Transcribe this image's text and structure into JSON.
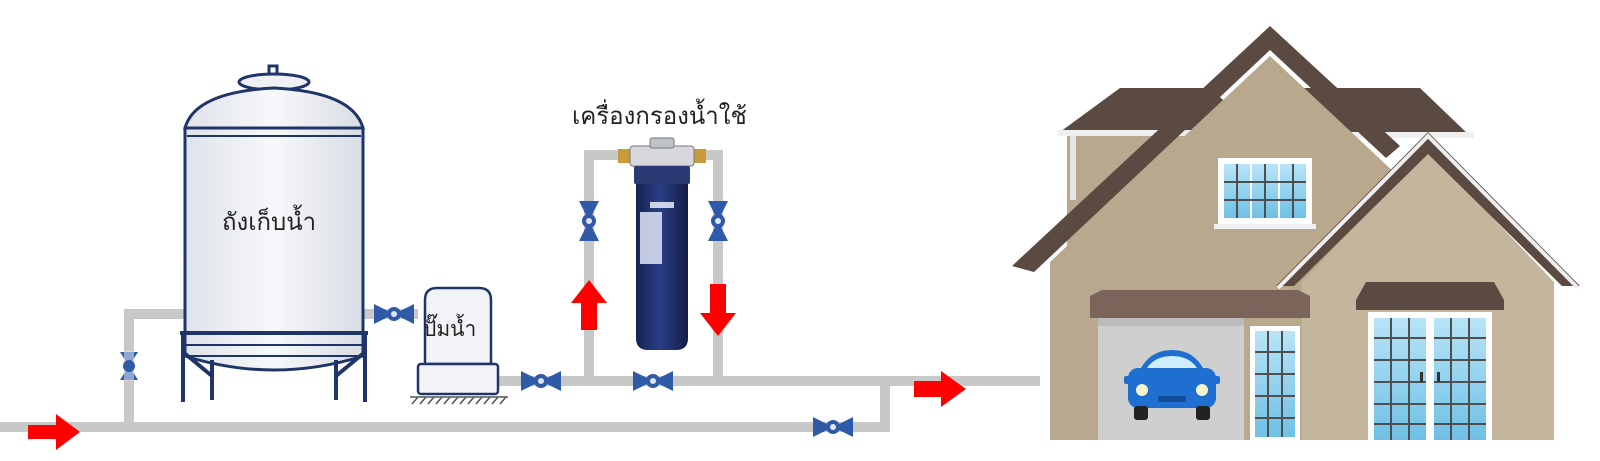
{
  "labels": {
    "tank": "ถังเก็บน้ำ",
    "pump": "ปั๊มน้ำ",
    "filter": "เครื่องกรองน้ำใช้"
  },
  "colors": {
    "pipe": "#c8c8c8",
    "arrow": "#ff0000",
    "valve": "#2e5aa8",
    "tank_outline": "#1f3569",
    "filter_body": "#1e2f6b",
    "house_wall": "#b8a98e",
    "house_roof": "#5b4a41",
    "window_glass": "#8fd0ef",
    "car": "#1e6fd0"
  }
}
